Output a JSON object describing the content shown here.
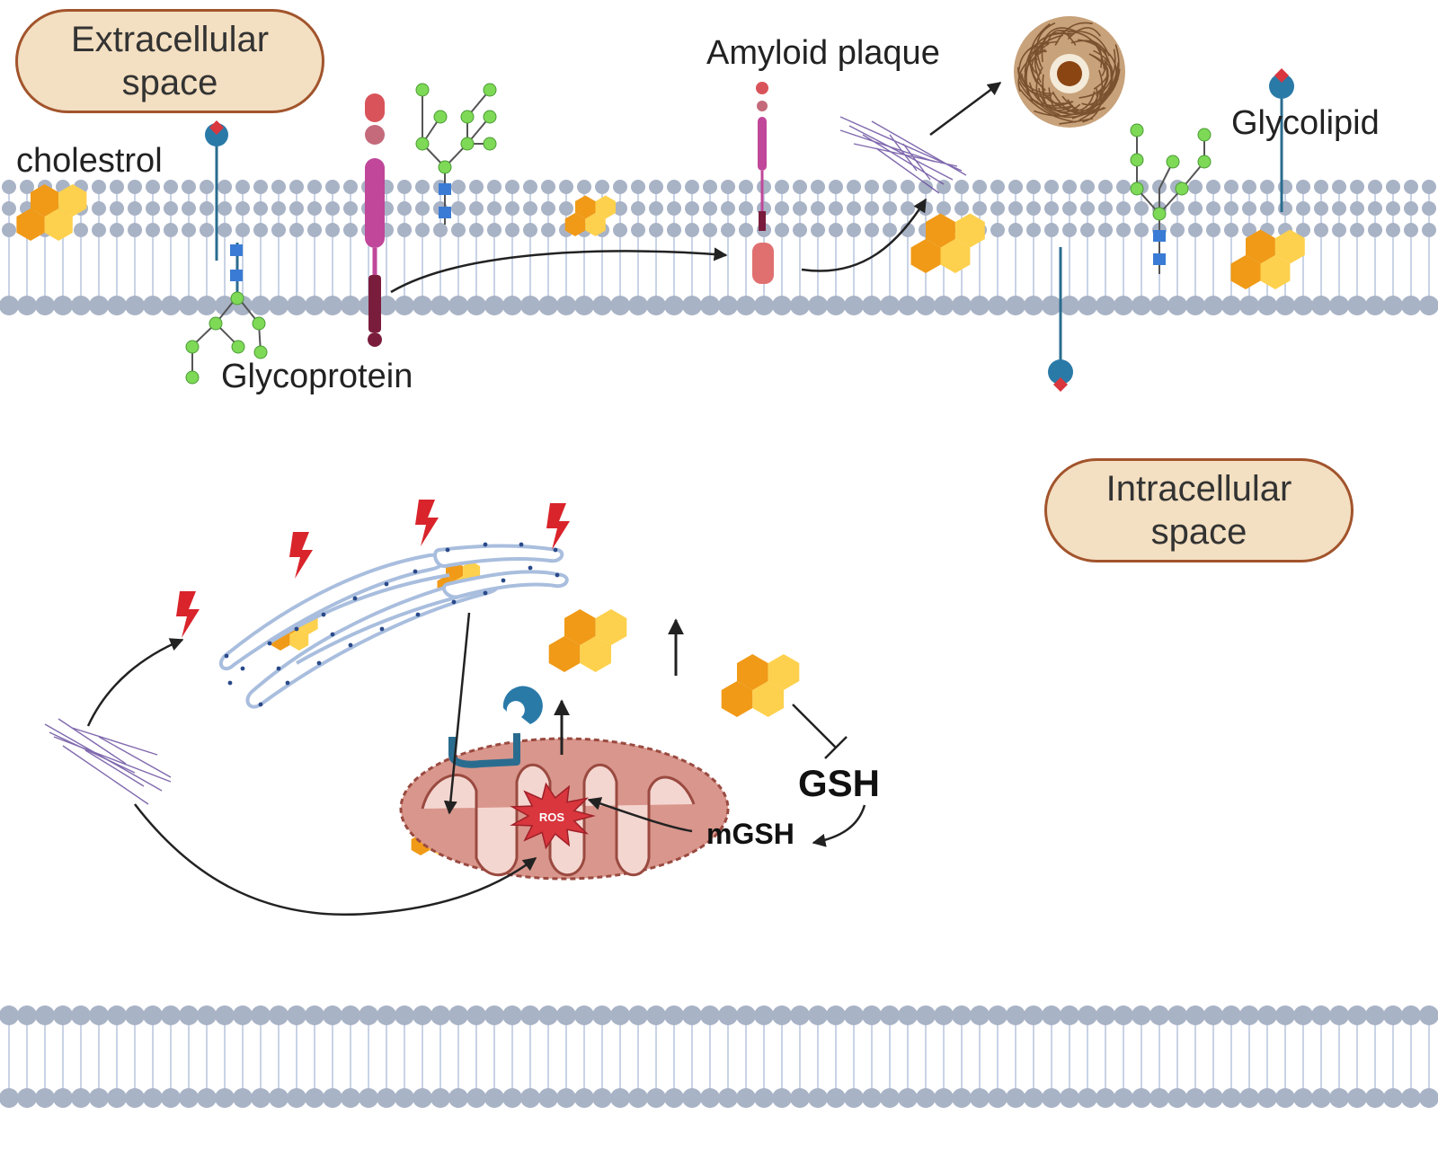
{
  "labels": {
    "extracellular": "Extracellular\nspace",
    "intracellular": "Intracellular\nspace",
    "cholesterol": "cholestrol",
    "glycoprotein": "Glycoprotein",
    "amyloid_plaque": "Amyloid plaque",
    "glycolipid": "Glycolipid",
    "gsh": "GSH",
    "mgsh": "mGSH",
    "ros": "ROS"
  },
  "colors": {
    "membrane_head": "#a9b3c6",
    "membrane_tail": "#c9d3e6",
    "pill_fill": "#f3dfc1",
    "pill_border": "#a2542c",
    "cholesterol_orange": "#f09a17",
    "cholesterol_yellow": "#fdd14d",
    "glycan_green": "#7ed957",
    "glycan_blue": "#3a7bd5",
    "protein_magenta": "#c0479a",
    "mitochondrion": "#d9968c",
    "ros_red": "#d9363e",
    "lightning": "#d9242b",
    "amyloid": "#6a4fa0"
  },
  "icons": [
    "lightning-icon",
    "up-arrow-icon",
    "inhibition-icon",
    "ros-star-icon",
    "amyloid-plaque-icon",
    "receptor-icon"
  ]
}
